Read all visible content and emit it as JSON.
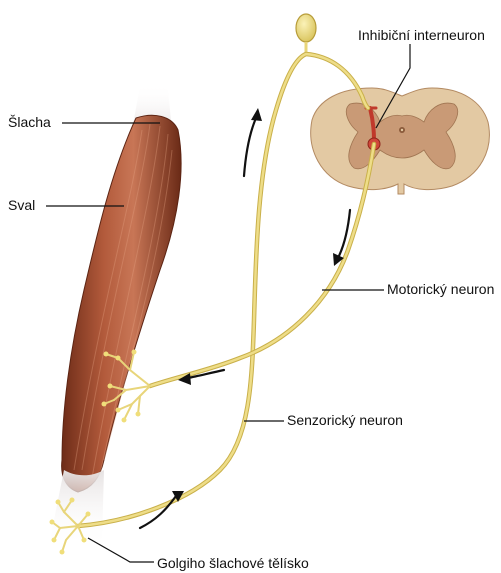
{
  "labels": {
    "tendon": "Šlacha",
    "muscle": "Sval",
    "inhibitory_interneuron": "Inhibiční interneuron",
    "motor_neuron": "Motorický neuron",
    "sensory_neuron": "Senzorický neuron",
    "golgi_tendon_organ": "Golgiho šlachové tělísko"
  },
  "colors": {
    "nerve": "#e8d57a",
    "nerve_edge": "#c9b04a",
    "muscle": "#a8553a",
    "muscle_dark": "#7a3420",
    "spinal_white": "#e3c9a3",
    "spinal_gray": "#c99a76",
    "interneuron": "#c0392b",
    "leader_line": "#111111"
  }
}
